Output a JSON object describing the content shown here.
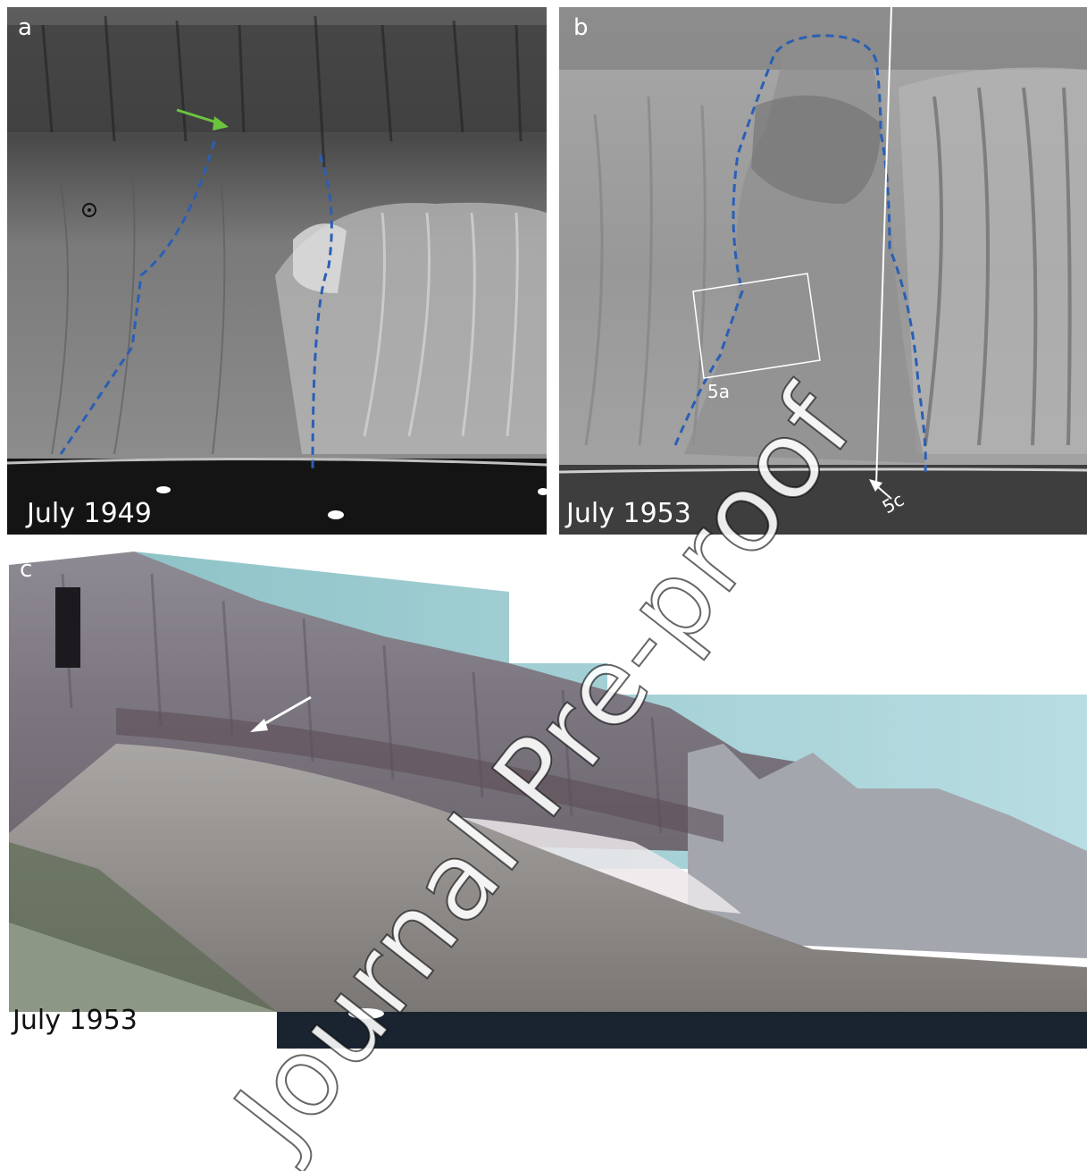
{
  "panels": {
    "a": {
      "letter": "a",
      "date": "July 1949"
    },
    "b": {
      "letter": "b",
      "date": "July 1953",
      "inset_label": "5a",
      "arrow_label": "5c"
    },
    "c": {
      "letter": "c",
      "date": "July 1953"
    }
  },
  "watermark": "Journal Pre-proof",
  "colors": {
    "outline_dashed": "#2a5fb5",
    "green_arrow": "#6bc43f",
    "white_arrow": "#ffffff"
  }
}
